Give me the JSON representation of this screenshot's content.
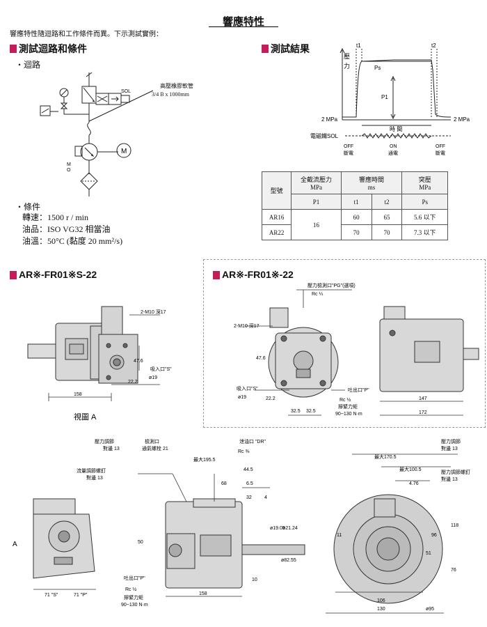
{
  "page": {
    "title": "響應特性",
    "intro": "響應特性隨迴路和工作條件而異。下示測試實例："
  },
  "test_circuit": {
    "heading": "測試迴路和條件",
    "circuit_label": "・迴路",
    "hose_label": "高壓橡膠軟管",
    "hose_spec": "3/4 B x 1000mm",
    "sol_label": "SOL",
    "motor_label": "M",
    "conditions_label": "・條件",
    "conditions": [
      "轉速：1500 r / min",
      "油品：ISO VG32 相當油",
      "油溫：50°C (黏度 20 mm²/s)"
    ]
  },
  "test_result": {
    "heading": "測試結果",
    "graph": {
      "y_label": [
        "壓",
        "力"
      ],
      "t1": "t1",
      "t2": "t2",
      "ps": "Ps",
      "p1": "P1",
      "left_pressure": "2 MPa",
      "right_pressure": "2 MPa",
      "time_label": "時 間",
      "sol_label": "電磁鐵SOL",
      "states": [
        [
          "OFF",
          "斷電"
        ],
        [
          "ON",
          "通電"
        ],
        [
          "OFF",
          "斷電"
        ]
      ]
    },
    "table": {
      "h_model": "型號",
      "h_flow": "全截流壓力",
      "h_flow_unit": "MPa",
      "h_time": "響應時間",
      "h_time_unit": "ms",
      "h_surge": "突壓",
      "h_surge_unit": "MPa",
      "sub_p1": "P1",
      "sub_t1": "t1",
      "sub_t2": "t2",
      "sub_ps": "Ps",
      "shared_p1": "16",
      "rows": [
        {
          "model": "AR16",
          "t1": "60",
          "t2": "65",
          "ps": "5.6 以下"
        },
        {
          "model": "AR22",
          "t1": "70",
          "t2": "70",
          "ps": "7.3 以下"
        }
      ]
    }
  },
  "drawing_left": {
    "heading": "AR※-FR01※S-22",
    "labels": {
      "bolt": "2-M10 深17",
      "inlet": "吸入口\"S\"",
      "inlet_dia": "ø19",
      "dim_476": "47.6",
      "dim_222": "22.2",
      "dim_158": "158",
      "view": "視圖 A"
    }
  },
  "drawing_right": {
    "heading": "AR※-FR01※-22",
    "labels": {
      "gauge_port": "壓力檢測口\"PG\"(選項)",
      "gauge_rc": "Rc ¼",
      "bolt": "2-M10 深17",
      "dim_476": "47.6",
      "inlet": "吸入口\"S\"",
      "inlet_dia": "ø19",
      "dim_222": "22.2",
      "dim_325a": "32.5",
      "dim_325b": "32.5",
      "outlet": "吐出口\"P\"",
      "outlet_rc": "Rc ½",
      "torque": "擰緊力矩",
      "torque_val": "90~130 N·m",
      "dim_147": "147",
      "dim_172": "172"
    }
  },
  "drawing_bottom": {
    "labels": {
      "pressure_adj": "壓力調節",
      "pressure_hex": "對邊 13",
      "gauge_port": "檢測口",
      "gauge_spec": "通氣螺栓 21",
      "drain": "泄油口 \"DR\"",
      "drain_rc": "Rc ⅜",
      "max_len": "最大195.5",
      "flow_adj": "流量調節螺釘",
      "flow_hex": "對邊 13",
      "dim_68": "68",
      "dim_445": "44.5",
      "dim_65": "6.5",
      "dim_32": "32",
      "dim_4": "4",
      "dim_shaft1": "ø19.05",
      "dim_shaft2": "ø21.24",
      "dim_shaft3": "ø82.55",
      "dim_50": "50",
      "dim_10": "10",
      "dim_158": "158",
      "outlet": "吐出口\"P\"",
      "outlet_rc": "Rc ½",
      "torque": "擰緊力矩",
      "torque_val": "90~130 N·m",
      "arrow_a": "A",
      "dim_71s": "71 \"S\"",
      "dim_71p": "71 \"P\"",
      "max_1705": "最大170.5",
      "max_1005": "最大100.5",
      "dim_476": "4.76",
      "flow_adj2": "壓力調節螺釘",
      "flow_hex2": "對邊 13",
      "pressure_adj2": "壓力調節",
      "pressure_hex2": "對邊 13",
      "dim_106": "106",
      "dim_130": "130",
      "dim_96": "96",
      "dim_51": "51",
      "dim_118": "118",
      "dim_76": "76",
      "dim_11": "11",
      "dim_95": "ø95"
    }
  }
}
